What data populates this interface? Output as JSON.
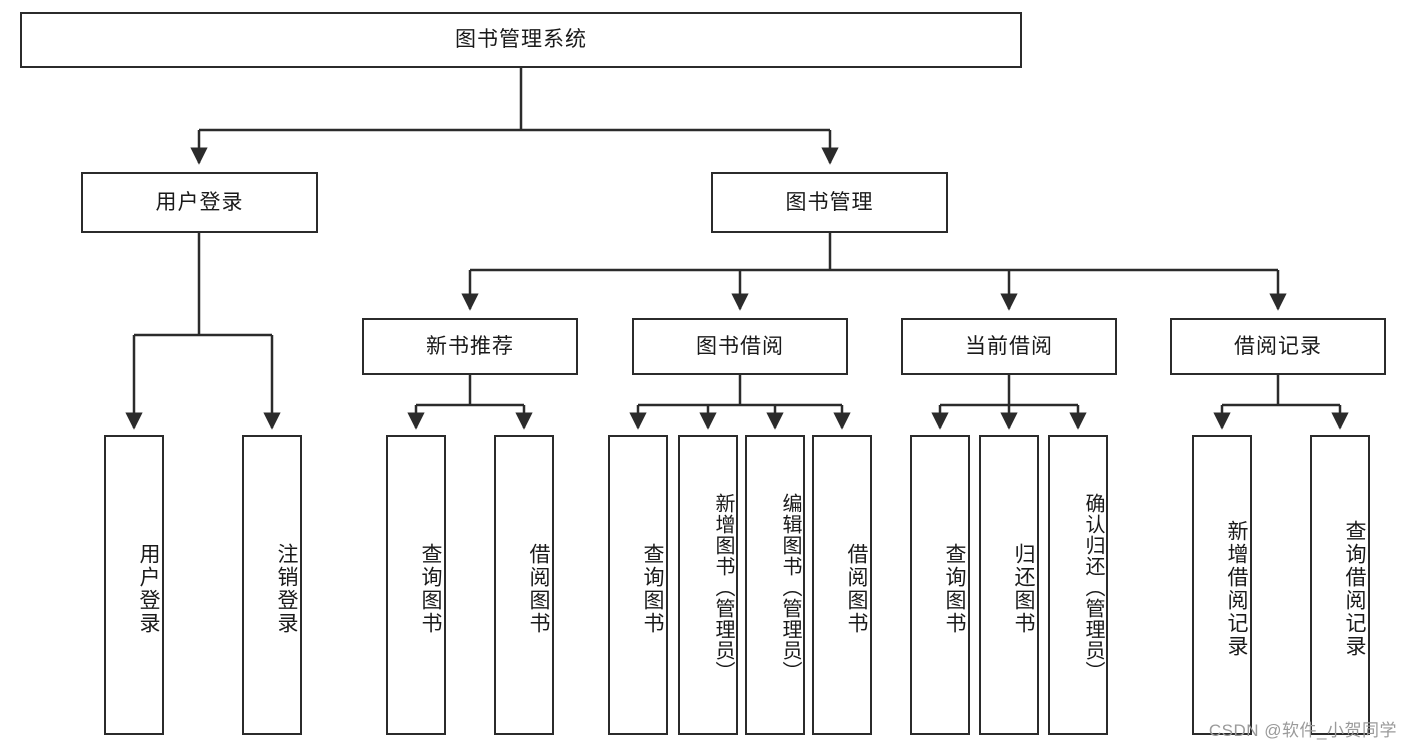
{
  "diagram": {
    "title": "图书管理系统",
    "type": "tree-hierarchy-chart",
    "root": {
      "id": "root",
      "label": "图书管理系统"
    },
    "level2": [
      {
        "id": "user-login",
        "label": "用户登录"
      },
      {
        "id": "book-manage",
        "label": "图书管理"
      }
    ],
    "level3": [
      {
        "id": "new-book-rec",
        "label": "新书推荐"
      },
      {
        "id": "book-borrow",
        "label": "图书借阅"
      },
      {
        "id": "current-borrow",
        "label": "当前借阅"
      },
      {
        "id": "borrow-record",
        "label": "借阅记录"
      }
    ],
    "leaves": {
      "user_login": [
        {
          "id": "leaf-user-login",
          "label": "用户登录"
        },
        {
          "id": "leaf-user-logout",
          "label": "注销登录"
        }
      ],
      "new_book_rec": [
        {
          "id": "leaf-query-book-1",
          "label": "查询图书"
        },
        {
          "id": "leaf-borrow-book-1",
          "label": "借阅图书"
        }
      ],
      "book_borrow": [
        {
          "id": "leaf-query-book-2",
          "label": "查询图书"
        },
        {
          "id": "leaf-add-book",
          "label": "新增图书（管理员）"
        },
        {
          "id": "leaf-edit-book",
          "label": "编辑图书（管理员）"
        },
        {
          "id": "leaf-borrow-book-2",
          "label": "借阅图书"
        }
      ],
      "current_borrow": [
        {
          "id": "leaf-query-book-3",
          "label": "查询图书"
        },
        {
          "id": "leaf-return-book",
          "label": "归还图书"
        },
        {
          "id": "leaf-confirm-return",
          "label": "确认归还（管理员）"
        }
      ],
      "borrow_record": [
        {
          "id": "leaf-add-record",
          "label": "新增借阅记录"
        },
        {
          "id": "leaf-query-record",
          "label": "查询借阅记录"
        }
      ]
    }
  },
  "watermark": {
    "text": "CSDN @软件_小贺同学"
  },
  "colors": {
    "background": "#ffffff",
    "node_border": "#2b2b2b",
    "node_fill": "#ffffff",
    "text": "#1a1a1a",
    "connector": "#2b2b2b",
    "watermark": "#9a9a9a"
  }
}
